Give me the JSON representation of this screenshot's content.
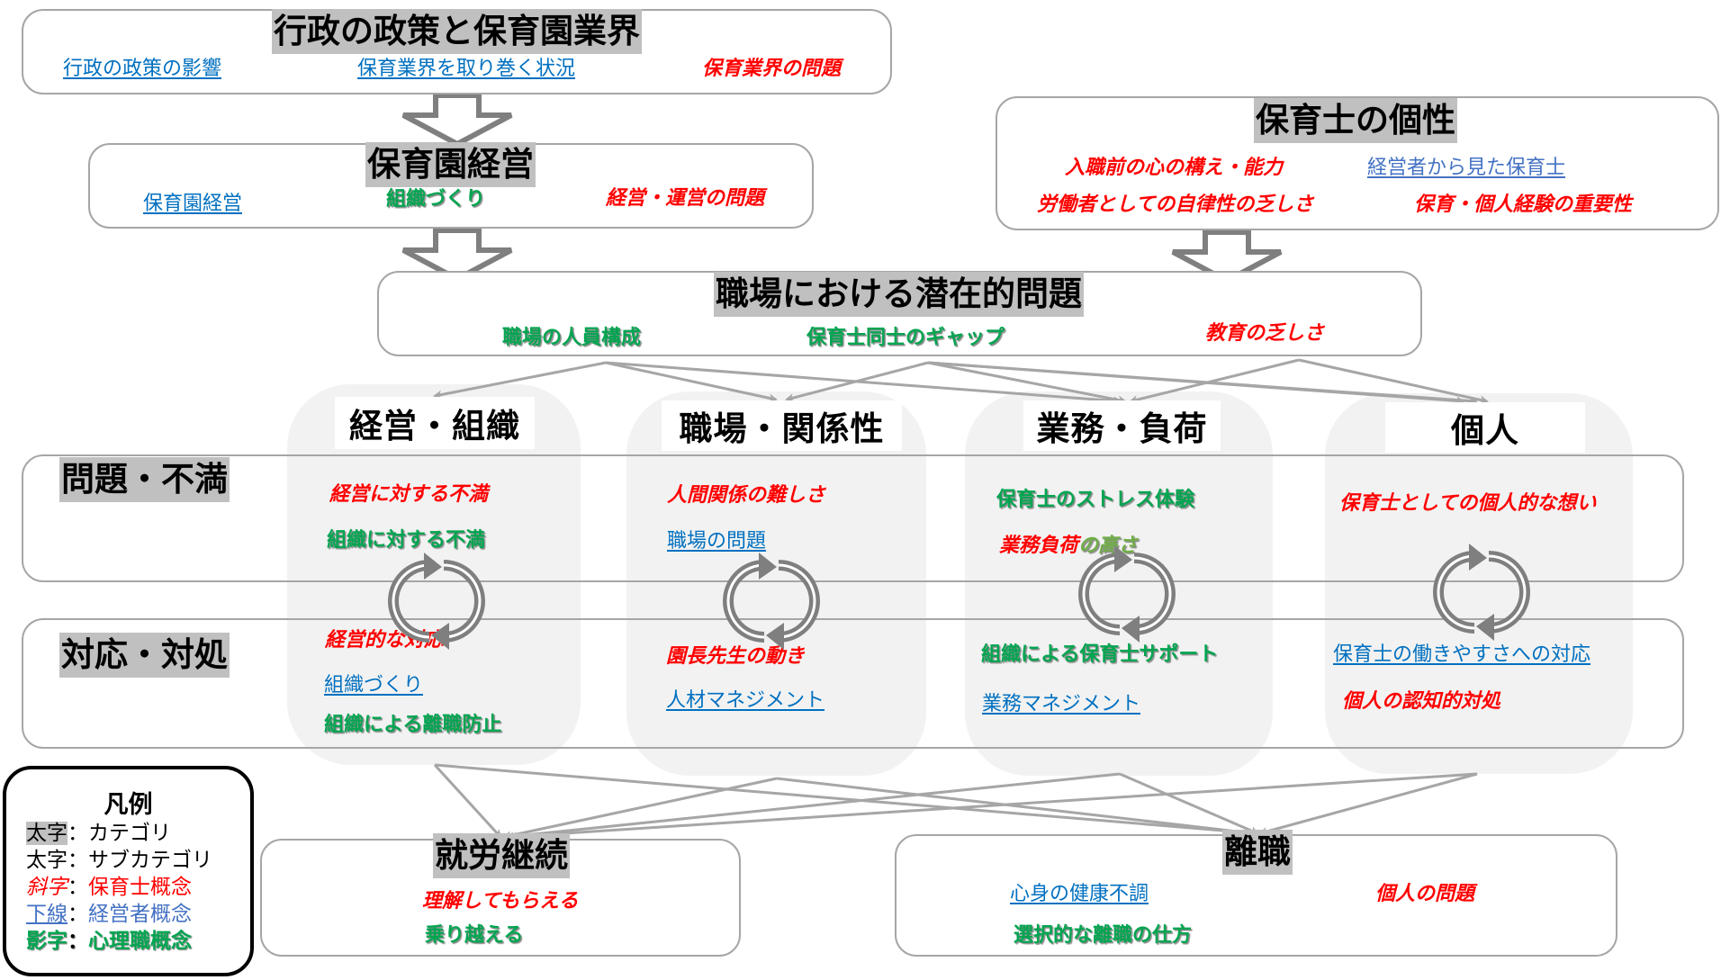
{
  "policy": {
    "title": "行政の政策と保育園業界",
    "items": [
      "行政の政策の影響",
      "保育業界を取り巻く状況",
      "保育業界の問題"
    ]
  },
  "management": {
    "title": "保育園経営",
    "items": [
      "保育園経営",
      "組織づくり",
      "経営・運営の問題"
    ]
  },
  "personality": {
    "title": "保育士の個性",
    "items": [
      "入職前の心の構え・能力",
      "経営者から見た保育士",
      "労働者としての自律性の乏しさ",
      "保育・個人経験の重要性"
    ]
  },
  "latent": {
    "title": "職場における潜在的問題",
    "items": [
      "職場の人員構成",
      "保育士同士のギャップ",
      "教育の乏しさ"
    ]
  },
  "rows": [
    "問題・不満",
    "対応・対処"
  ],
  "columns": [
    {
      "title": "経営・組織",
      "problems": [
        "経営に対する不満",
        "組織に対する不満"
      ],
      "responses": [
        "経営的な対応",
        "組織づくり",
        "組織による離職防止"
      ]
    },
    {
      "title": "職場・関係性",
      "problems": [
        "人間関係の難しさ",
        "職場の問題"
      ],
      "responses": [
        "園長先生の動き",
        "人材マネジメント"
      ]
    },
    {
      "title": "業務・負荷",
      "problems": [
        "保育士のストレス体験",
        "業務負荷",
        "の高さ"
      ],
      "responses": [
        "組織による保育士サポート",
        "業務マネジメント"
      ]
    },
    {
      "title": "個人",
      "problems": [
        "保育士としての個人的な想い"
      ],
      "responses": [
        "保育士の働きやすさへの対応",
        "個人の認知的対処"
      ]
    }
  ],
  "outcomes": {
    "continue": {
      "title": "就労継続",
      "items": [
        "理解してもらえる",
        "乗り越える"
      ]
    },
    "leave": {
      "title": "離職",
      "items": [
        "心身の健康不調",
        "個人の問題",
        "選択的な離職の仕方"
      ]
    }
  },
  "legend": {
    "title": "凡例",
    "entries": [
      {
        "key": "太字",
        "sep": "：",
        "value": "カテゴリ"
      },
      {
        "key": "太字",
        "sep": "：",
        "value": "サブカテゴリ"
      },
      {
        "key": "斜字",
        "sep": "：",
        "value": "保育士概念"
      },
      {
        "key": "下線",
        "sep": "：",
        "value": "経営者概念"
      },
      {
        "key": "影字",
        "sep": "：",
        "value": "心理職概念"
      }
    ]
  },
  "colors": {
    "red": "#ff0000",
    "blue": "#0070c0",
    "green": "#00a550",
    "gray": "#a6a6a6",
    "category_bg": "#c0c0c0",
    "column_bg": "#f2f2f2"
  }
}
